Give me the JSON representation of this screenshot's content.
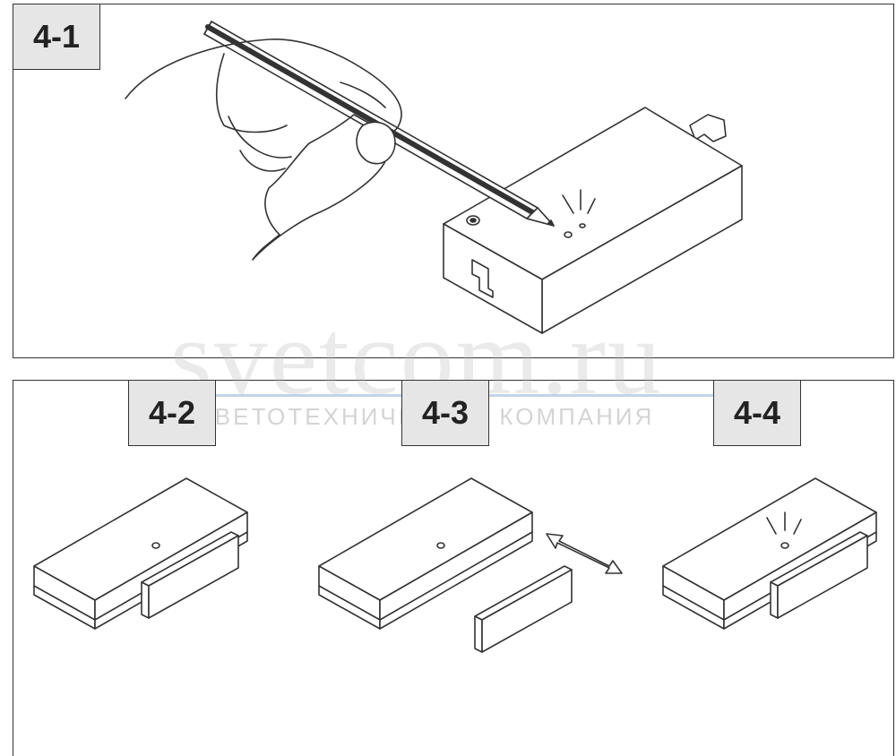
{
  "steps": {
    "step1": "4-1",
    "step2": "4-2",
    "step3": "4-3",
    "step4": "4-4"
  },
  "watermark": {
    "domain": "svetcom.ru",
    "tagline": "СВЕТОТЕХНИЧЕСКАЯ КОМПАНИЯ"
  },
  "colors": {
    "line": "#333333",
    "label_bg": "#e6e6e6",
    "watermark": "#b4b4b4"
  }
}
